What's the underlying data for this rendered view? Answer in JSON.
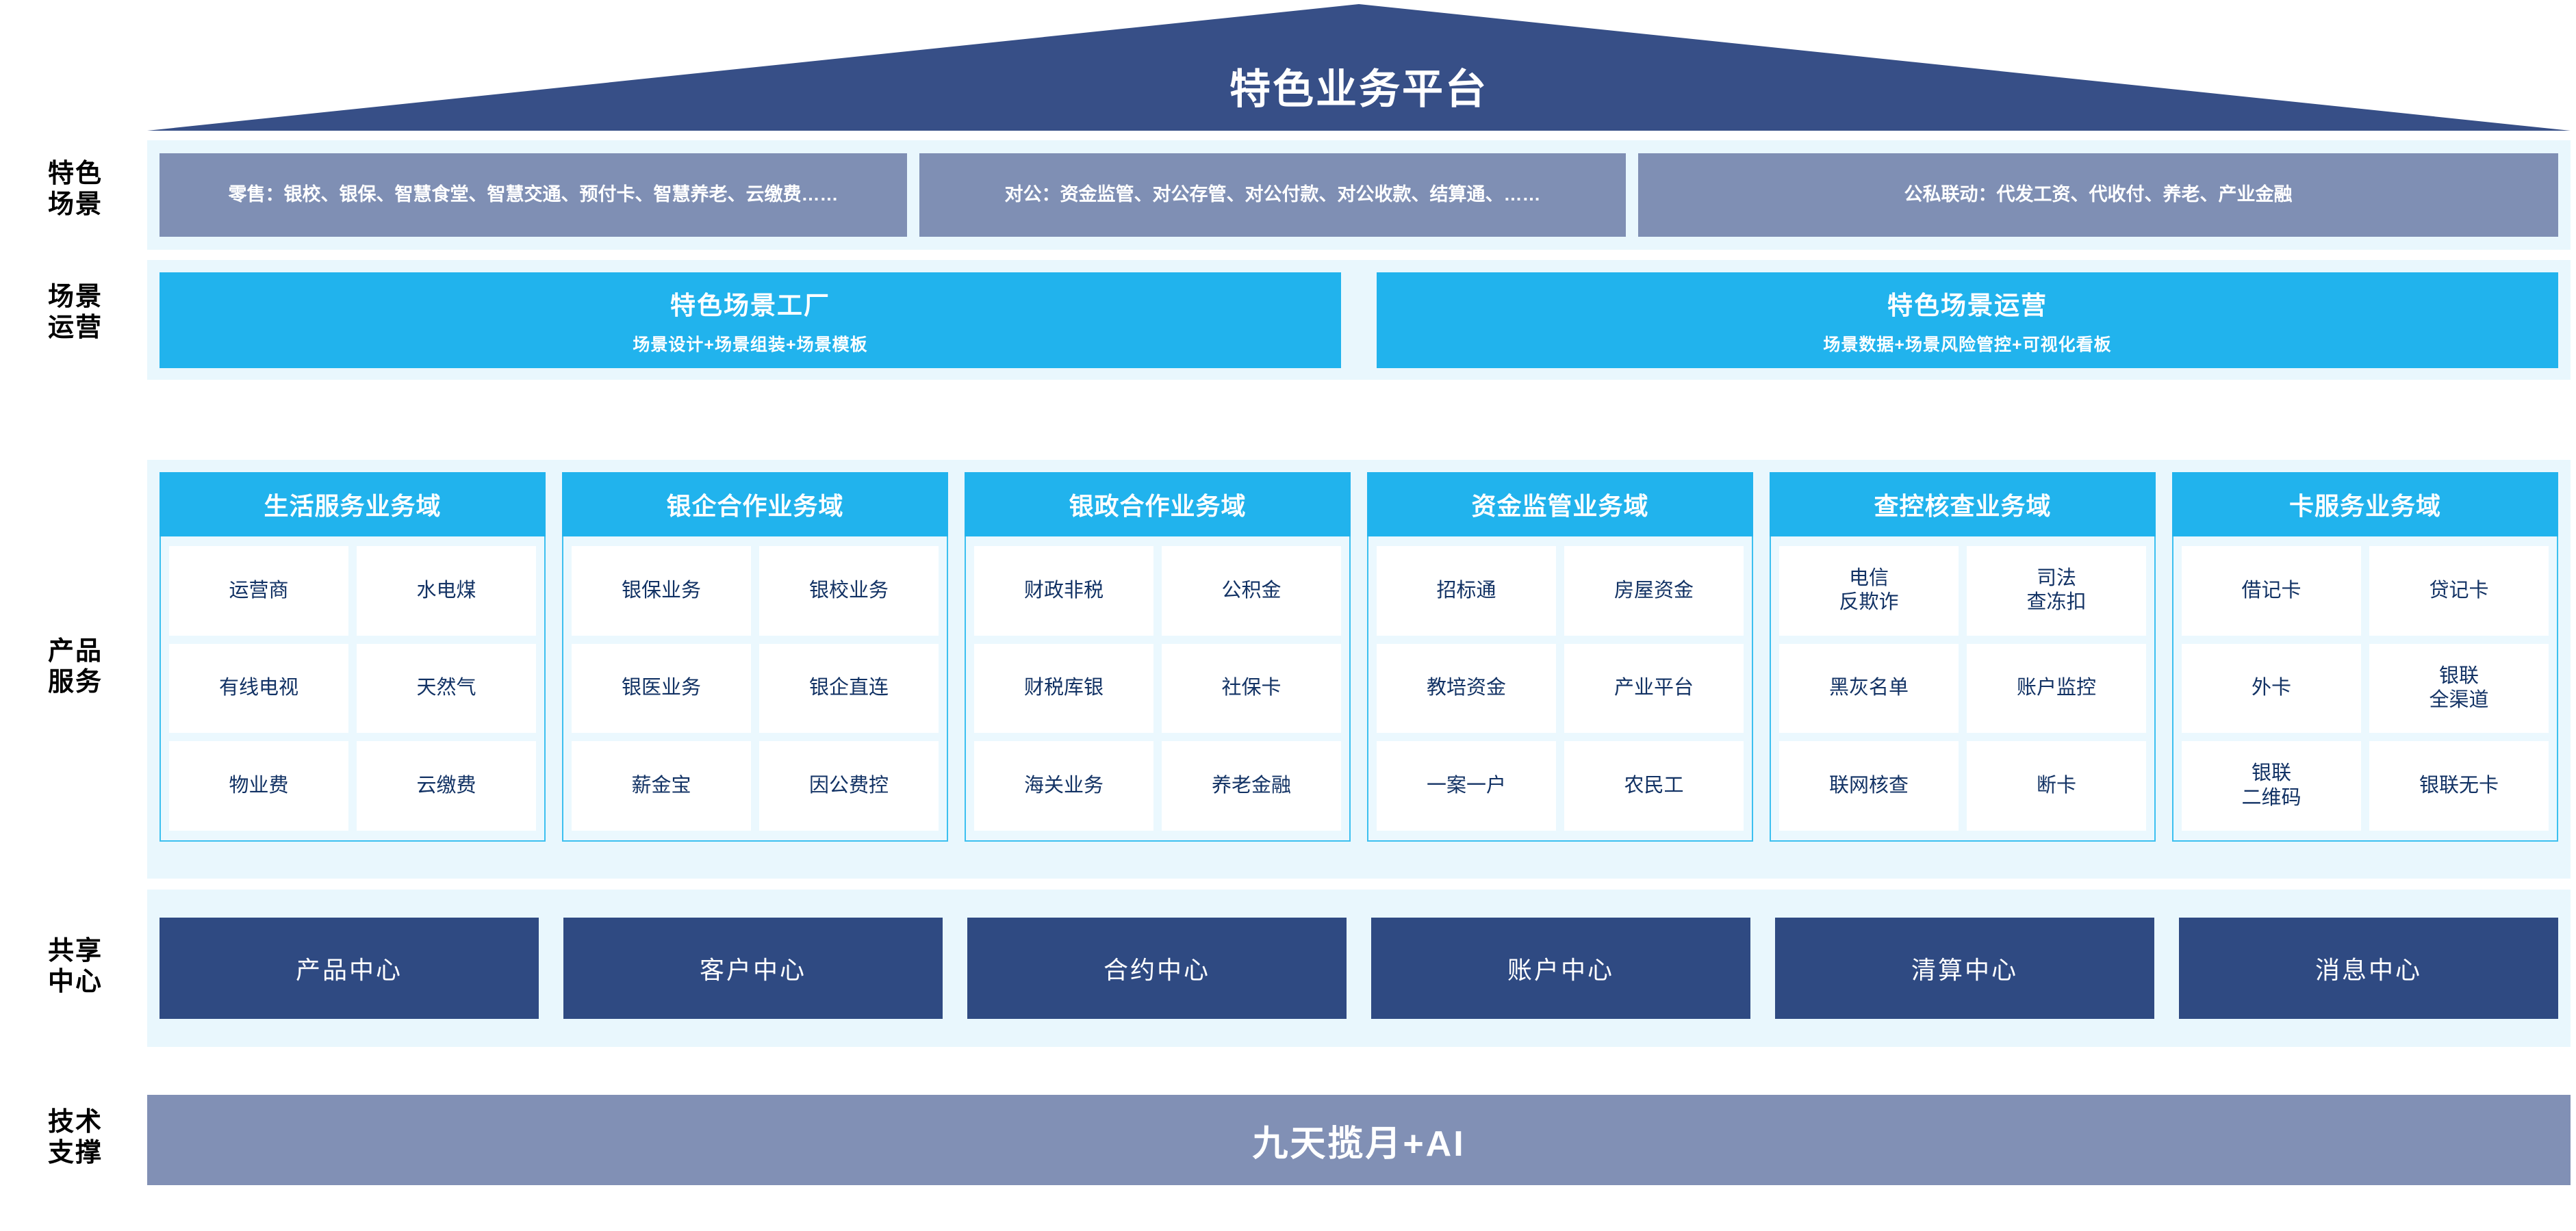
{
  "header": {
    "title": "特色业务平台",
    "roof_color": "#374f87"
  },
  "row_labels": [
    {
      "line1": "特色",
      "line2": "场景"
    },
    {
      "line1": "场景",
      "line2": "运营"
    },
    {
      "line1": "产品",
      "line2": "服务"
    },
    {
      "line1": "共享",
      "line2": "中心"
    },
    {
      "line1": "技术",
      "line2": "支撑"
    }
  ],
  "scenarios": {
    "box_color": "#7f8fb4",
    "items": [
      "零售：银校、银保、智慧食堂、智慧交通、预付卡、智慧养老、云缴费……",
      "对公：资金监管、对公存管、对公付款、对公收款、结算通、……",
      "公私联动：代发工资、代收付、养老、产业金融"
    ]
  },
  "operation": {
    "box_color": "#21b3ed",
    "items": [
      {
        "title": "特色场景工厂",
        "subtitle": "场景设计+场景组装+场景模板"
      },
      {
        "title": "特色场景运营",
        "subtitle": "场景数据+场景风险管控+可视化看板"
      }
    ]
  },
  "product_service": {
    "header_color": "#21b3ed",
    "border_color": "#3cc0f0",
    "text_color": "#123264",
    "columns": [
      {
        "title": "生活服务业务域",
        "cells": [
          "运营商",
          "水电煤",
          "有线电视",
          "天然气",
          "物业费",
          "云缴费"
        ]
      },
      {
        "title": "银企合作业务域",
        "cells": [
          "银保业务",
          "银校业务",
          "银医业务",
          "银企直连",
          "薪金宝",
          "因公费控"
        ]
      },
      {
        "title": "银政合作业务域",
        "cells": [
          "财政非税",
          "公积金",
          "财税库银",
          "社保卡",
          "海关业务",
          "养老金融"
        ]
      },
      {
        "title": "资金监管业务域",
        "cells": [
          "招标通",
          "房屋资金",
          "教培资金",
          "产业平台",
          "一案一户",
          "农民工"
        ]
      },
      {
        "title": "查控核查业务域",
        "cells": [
          "电信\n反欺诈",
          "司法\n查冻扣",
          "黑灰名单",
          "账户监控",
          "联网核查",
          "断卡"
        ]
      },
      {
        "title": "卡服务业务域",
        "cells": [
          "借记卡",
          "贷记卡",
          "外卡",
          "银联\n全渠道",
          "银联\n二维码",
          "银联无卡"
        ]
      }
    ]
  },
  "shared_centers": {
    "box_color": "#2f4a82",
    "items": [
      "产品中心",
      "客户中心",
      "合约中心",
      "账户中心",
      "清算中心",
      "消息中心"
    ]
  },
  "tech_support": {
    "band_color": "#8190b5",
    "title": "九天揽月+AI"
  }
}
